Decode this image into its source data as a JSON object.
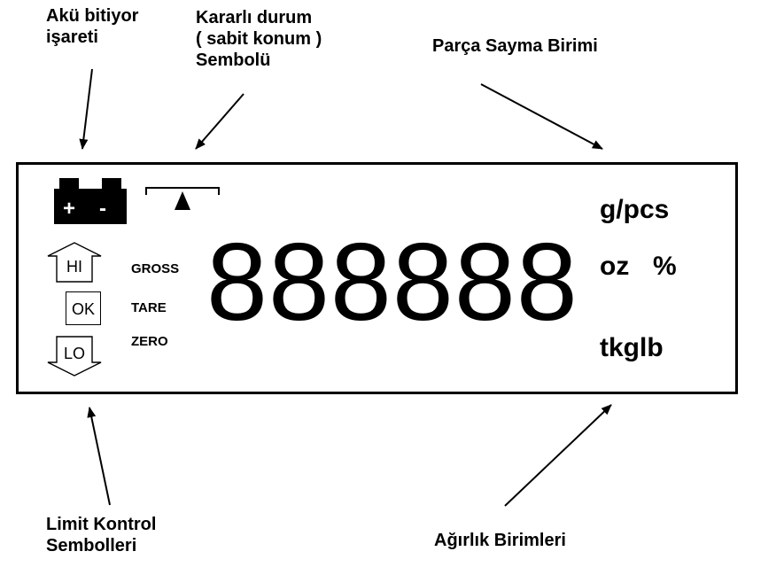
{
  "labels": {
    "battery": "Akü bitiyor\nişareti",
    "stable": "Kararlı durum\n( sabit konum )\nSembolü",
    "counting_unit": "Parça Sayma Birimi",
    "limit": "Limit Kontrol\nSembolleri",
    "weight_units": "Ağırlık Birimleri"
  },
  "display": {
    "digits": "888888",
    "battery_plus": "+",
    "battery_minus": "-",
    "limits": {
      "hi": "HI",
      "ok": "OK",
      "lo": "LO"
    },
    "modes": {
      "gross": "GROSS",
      "tare": "TARE",
      "zero": "ZERO"
    },
    "units": {
      "gpcs": "g/pcs",
      "oz": "oz",
      "percent": "%",
      "tkglb": "tkglb"
    }
  }
}
